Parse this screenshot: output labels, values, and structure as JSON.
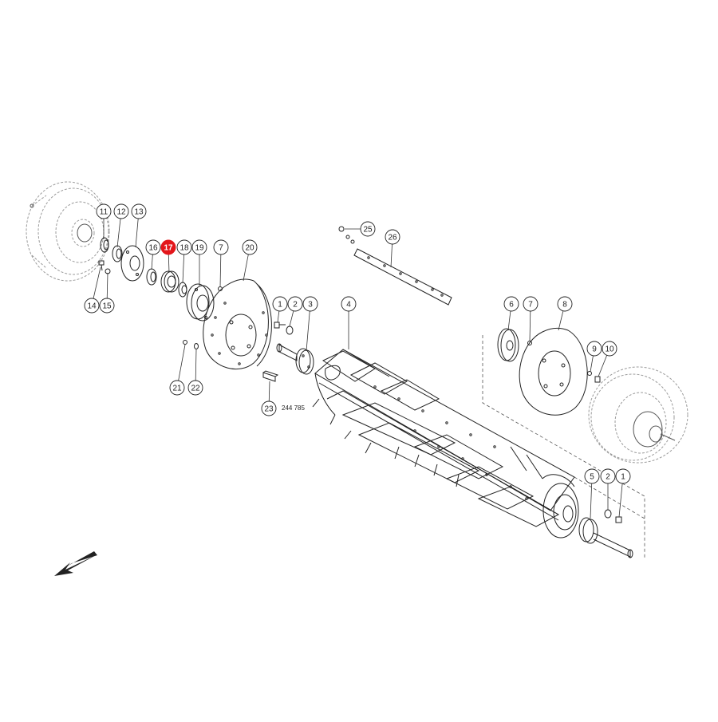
{
  "diagram": {
    "reference_number": "244 785",
    "highlighted_callout": "17",
    "colors": {
      "line": "#222222",
      "ghost": "#9a9a9a",
      "highlight": "#e3161b"
    },
    "callouts": [
      {
        "id": "c11",
        "label": "11"
      },
      {
        "id": "c12",
        "label": "12"
      },
      {
        "id": "c13",
        "label": "13"
      },
      {
        "id": "c14",
        "label": "14"
      },
      {
        "id": "c15",
        "label": "15"
      },
      {
        "id": "c16",
        "label": "16"
      },
      {
        "id": "c17",
        "label": "17"
      },
      {
        "id": "c18",
        "label": "18"
      },
      {
        "id": "c19",
        "label": "19"
      },
      {
        "id": "c7a",
        "label": "7"
      },
      {
        "id": "c20",
        "label": "20"
      },
      {
        "id": "c21",
        "label": "21"
      },
      {
        "id": "c22",
        "label": "22"
      },
      {
        "id": "c1a",
        "label": "1"
      },
      {
        "id": "c2a",
        "label": "2"
      },
      {
        "id": "c3",
        "label": "3"
      },
      {
        "id": "c23",
        "label": "23"
      },
      {
        "id": "c4",
        "label": "4"
      },
      {
        "id": "c25",
        "label": "25"
      },
      {
        "id": "c26",
        "label": "26"
      },
      {
        "id": "c6",
        "label": "6"
      },
      {
        "id": "c7b",
        "label": "7"
      },
      {
        "id": "c8",
        "label": "8"
      },
      {
        "id": "c9",
        "label": "9"
      },
      {
        "id": "c10",
        "label": "10"
      },
      {
        "id": "c5",
        "label": "5"
      },
      {
        "id": "c2b",
        "label": "2"
      },
      {
        "id": "c1b",
        "label": "1"
      }
    ]
  }
}
